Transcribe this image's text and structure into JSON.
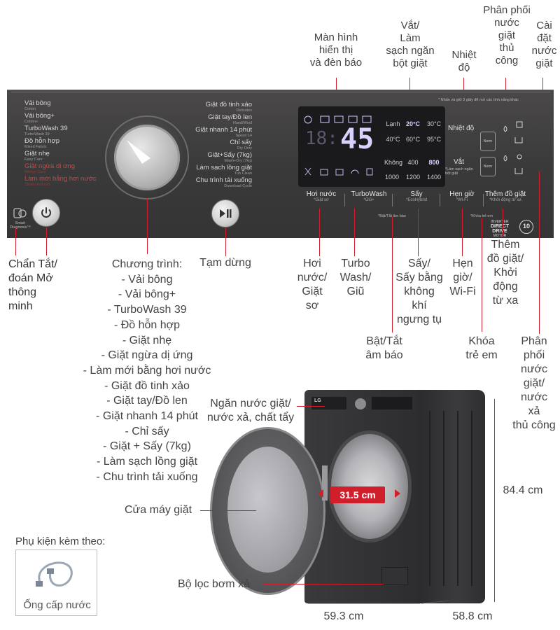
{
  "callouts_top": {
    "display": "Màn hình\nhiển thị\nvà đèn báo",
    "detergent_clean": "Vắt/\nLàm\nsạch ngăn\nbột giặt",
    "temperature": "Nhiệt\nđộ",
    "manual_dispense": "Phân phối\nnước\ngiặt\nthủ\ncông",
    "detergent_setting": "Cài\nđặt\nnước\ngiặt"
  },
  "panel": {
    "left_programs": [
      {
        "vi": "Vải bông",
        "en": "Cotton",
        "red": false
      },
      {
        "vi": "Vải bông+",
        "en": "Cotton+",
        "red": false
      },
      {
        "vi": "TurboWash 39",
        "en": "TurboWash 39",
        "red": false
      },
      {
        "vi": "Đồ hỗn hợp",
        "en": "Mixed Fabric",
        "red": false
      },
      {
        "vi": "Giặt nhẹ",
        "en": "Easy Care",
        "red": false
      },
      {
        "vi": "Giặt ngừa dị ứng",
        "en": "Allergy Care",
        "red": true
      },
      {
        "vi": "Làm mới bằng hơi nước",
        "en": "Steam Refresh",
        "red": true
      }
    ],
    "right_programs": [
      {
        "vi": "Giặt đồ tinh xảo",
        "en": "Delicates"
      },
      {
        "vi": "Giặt tay/Đồ len",
        "en": "Hand/Wool"
      },
      {
        "vi": "Giặt nhanh 14 phút",
        "en": "Speed 14"
      },
      {
        "vi": "Chỉ sấy",
        "en": "Dry Only"
      },
      {
        "vi": "Giặt+Sấy (7kg)",
        "en": "Wash+Dry (7kg)"
      },
      {
        "vi": "Làm sạch lồng giặt",
        "en": "Tub Clean"
      },
      {
        "vi": "Chu trình tải xuống",
        "en": "Download Cycle"
      }
    ],
    "smart_diagnosis": "Smart\nDiagnosis™",
    "top_note": "* Nhấn và giữ 3 giây để mở các tính năng khác",
    "display_time": "45",
    "display_small_digits": "18:",
    "temp_row1": [
      "Lạnh",
      "20°C",
      "30°C"
    ],
    "temp_row2": [
      "40°C",
      "60°C",
      "95°C"
    ],
    "spin_row1": [
      "Không",
      "400",
      "800"
    ],
    "spin_row2": [
      "1000",
      "1200",
      "1400"
    ],
    "temp_button": "Nhiệt độ",
    "spin_button": "Vắt",
    "spin_sub": "*Làm sạch ngăn\nbột giặt",
    "buttons": [
      {
        "label": "Hơi nước",
        "sub": "*Giặt sơ"
      },
      {
        "label": "TurboWash",
        "sub": "*Giũ+"
      },
      {
        "label": "Sấy",
        "sub": "*EcoHybrid"
      },
      {
        "label": "Hẹn giờ",
        "sub": "*Wi-Fi"
      },
      {
        "label": "Thêm đồ giặt",
        "sub": "*Khởi động từ xa"
      }
    ],
    "signal_note": "*Bật/Tắt âm báo",
    "child_lock_note": "*Khóa trẻ em",
    "motor_line1": "INVERTER",
    "motor_line2": "DIRECT DRIVE",
    "motor_line3": "MOTOR",
    "warranty": "10",
    "dose_label1": "Norm",
    "dose_label2": "Norm"
  },
  "callouts_below": {
    "power": "Chẩn Tắt/\nđoán Mở\nthông\nminh",
    "programs_title": "Chương trình:",
    "programs_list": [
      "- Vải bông",
      "- Vải bông+",
      "- TurboWash 39",
      "- Đồ hỗn hợp",
      "- Giặt nhẹ",
      "- Giặt ngừa dị ứng",
      "- Làm mới bằng hơi nước",
      "- Giặt đồ tinh xảo",
      "- Giặt tay/Đồ len",
      "- Giặt nhanh 14 phút",
      "- Chỉ sấy",
      "- Giặt + Sấy (7kg)",
      "- Làm sạch lồng giặt",
      "- Chu trình tải xuống"
    ],
    "pause": "Tạm dừng",
    "steam": "Hơi\nnước/\nGiặt\nsơ",
    "turbo": "Turbo\nWash/\nGiũ",
    "dry": "Sấy/\nSấy bằng\nkhông\nkhí\nngưng tụ",
    "timer": "Hẹn\ngiờ/\nWi-Fi",
    "add_item": "Thêm\nđồ giặt/\nKhởi\nđộng\ntừ xa",
    "beep": "Bật/Tắt\nâm báo",
    "child_lock": "Khóa\ntrẻ em",
    "manual_dispense2": "Phân\nphối\nnước\ngiặt/\nnước\nxả\nthủ công"
  },
  "washer": {
    "drawer_label": "Ngăn nước giặt/\nnước xả, chất tẩy",
    "door_label": "Cửa máy giặt",
    "filter_label": "Bộ lọc bơm xả",
    "door_width": "31.5 cm",
    "height": "84.4 cm",
    "width": "59.3 cm",
    "depth": "58.8 cm",
    "brand_mark": "LG"
  },
  "accessory": {
    "title": "Phụ kiện kèm theo:",
    "item": "Ống cấp nước"
  },
  "colors": {
    "accent_red": "#d21f2b",
    "panel": "#3e3d3d",
    "display_glow": "#d8d2ff"
  }
}
